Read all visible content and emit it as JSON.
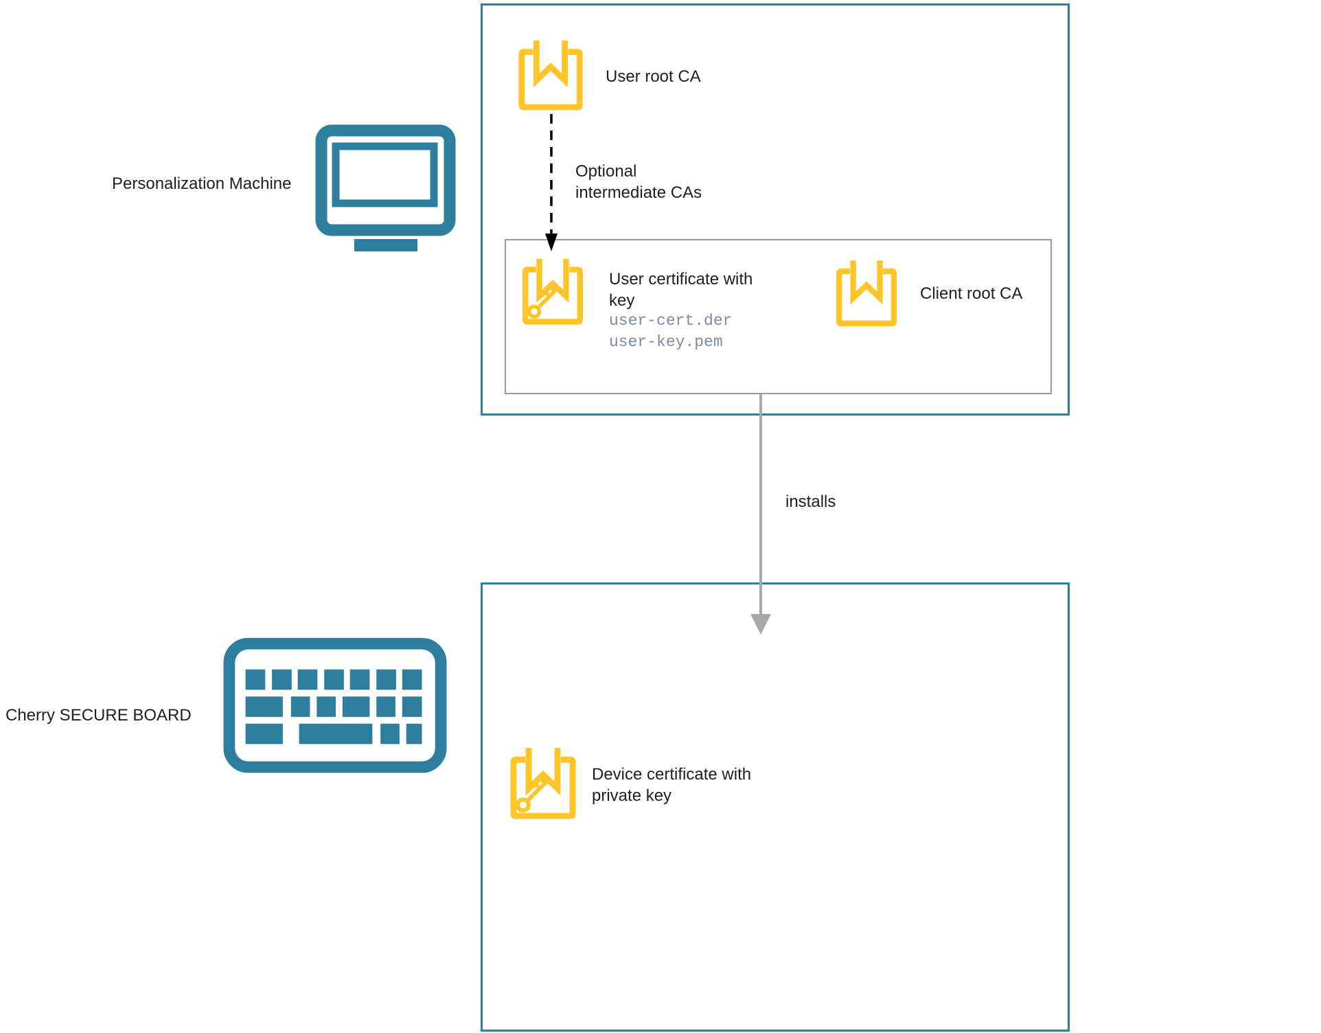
{
  "labels": {
    "personalization_machine": "Personalization Machine",
    "cherry_secure_board": "Cherry SECURE BOARD",
    "user_root_ca": "User root CA",
    "optional_intermediate_cas": "Optional\nintermediate CAs",
    "user_certificate": "User certificate with\nkey",
    "user_cert_file": "user-cert.der",
    "user_key_file": "user-key.pem",
    "client_root_ca": "Client root CA",
    "installs": "installs",
    "device_certificate": "Device certificate with\nprivate key"
  },
  "icons": {
    "personalization_machine": "monitor-icon",
    "cherry_secure_board": "keyboard-icon",
    "user_root_ca": "certificate-icon",
    "user_certificate": "certificate-key-icon",
    "client_root_ca": "certificate-icon",
    "device_certificate": "certificate-key-icon"
  },
  "colors": {
    "teal": "#2E7F9D",
    "certificate_yellow": "#FFC428",
    "inner_border_gray": "#9B9B9B",
    "arrow_gray": "#A8A8A8",
    "arrow_black": "#000000",
    "filename_blue": "#7B8CA8",
    "text": "#1F1F1F"
  }
}
